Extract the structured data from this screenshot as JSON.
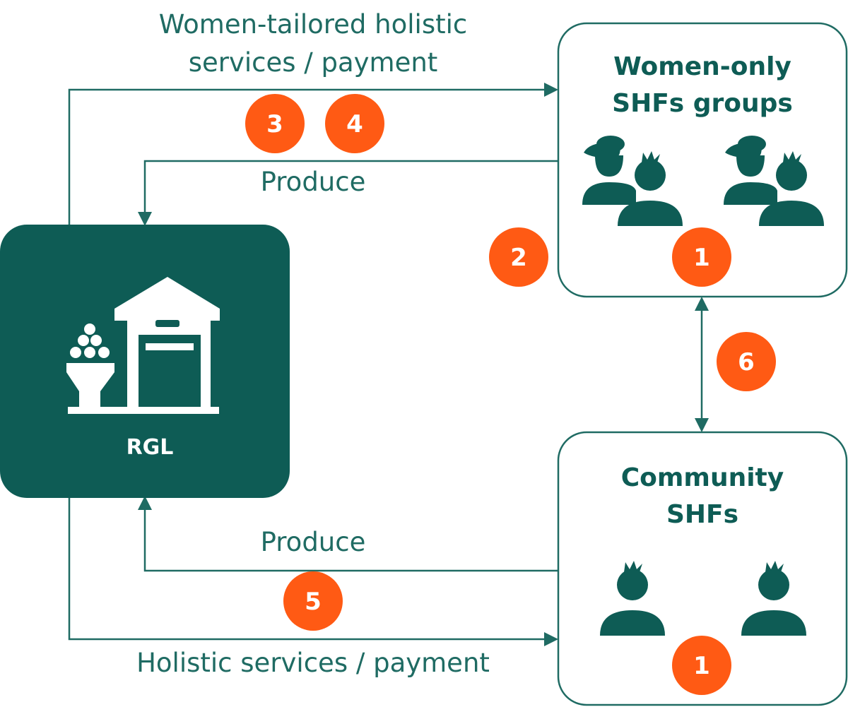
{
  "colors": {
    "teal": "#0e5c55",
    "line": "#1f6b63",
    "orange": "#ff5a14",
    "white": "#ffffff"
  },
  "nodes": {
    "rgl": {
      "label": "RGL"
    },
    "women_groups": {
      "title_line1": "Women-only",
      "title_line2": "SHFs groups"
    },
    "community": {
      "title_line1": "Community",
      "title_line2": "SHFs"
    }
  },
  "edges": {
    "top_out": {
      "label_line1": "Women-tailored holistic",
      "label_line2": "services / payment"
    },
    "top_in": {
      "label": "Produce"
    },
    "bottom_in": {
      "label": "Produce"
    },
    "bottom_out": {
      "label": "Holistic services / payment"
    }
  },
  "badges": {
    "b3": "3",
    "b4": "4",
    "b2": "2",
    "b1_top": "1",
    "b6": "6",
    "b5": "5",
    "b1_bottom": "1"
  },
  "icons": {
    "warehouse": "warehouse-icon",
    "grain": "grain-silo-icon",
    "farmer": "farmer-icon"
  }
}
